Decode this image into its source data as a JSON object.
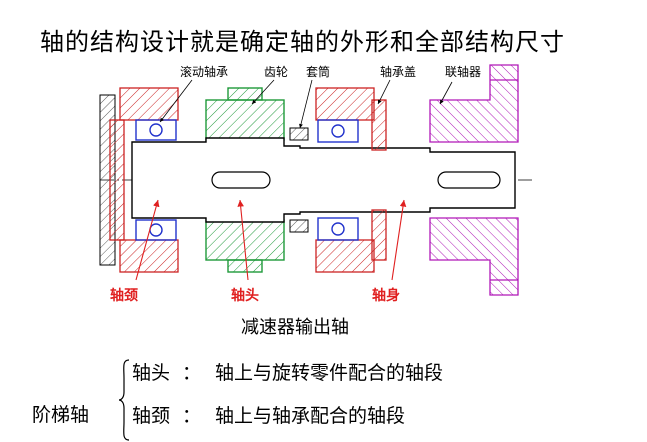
{
  "title": "轴的结构设计就是确定轴的外形和全部结构尺寸",
  "diagram": {
    "part_labels": {
      "bearing": "滚动轴承",
      "gear": "齿轮",
      "sleeve": "套筒",
      "bearing_cover": "轴承盖",
      "coupling": "联轴器"
    },
    "section_labels": {
      "journal": "轴颈",
      "head": "轴头",
      "body": "轴身"
    },
    "caption": "减速器输出轴",
    "colors": {
      "outline": "#000000",
      "housing": "#cc2222",
      "gear": "#1f9a3a",
      "bearing": "#2233cc",
      "coupling": "#b018b8",
      "label_red": "#e02020"
    }
  },
  "definitions": {
    "group_label": "阶梯轴",
    "items": [
      {
        "term": "轴头",
        "separator": "：",
        "text": "轴上与旋转零件配合的轴段"
      },
      {
        "term": "轴颈",
        "separator": "：",
        "text": "轴上与轴承配合的轴段"
      }
    ]
  }
}
